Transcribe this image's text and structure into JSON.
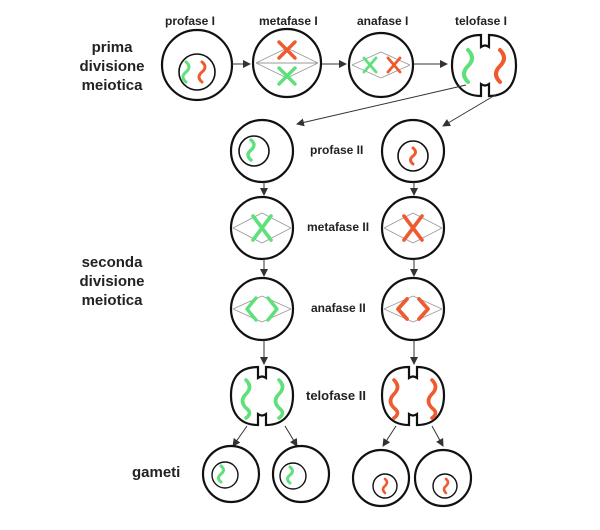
{
  "groups": {
    "first_division": [
      "prima",
      "divisione",
      "meiotica"
    ],
    "second_division": [
      "seconda",
      "divisione",
      "meiotica"
    ],
    "gametes": "gameti"
  },
  "stages_first": [
    "profase I",
    "metafase I",
    "anafase I",
    "telofase I"
  ],
  "stages_second": [
    "profase II",
    "metafase II",
    "anafase II",
    "telofase II"
  ],
  "colors": {
    "green_chromosome": "#5ee07a",
    "red_chromosome": "#ef5a2e",
    "outline": "#111111",
    "spindle": "#9a9a9a",
    "arrow": "#333333"
  }
}
